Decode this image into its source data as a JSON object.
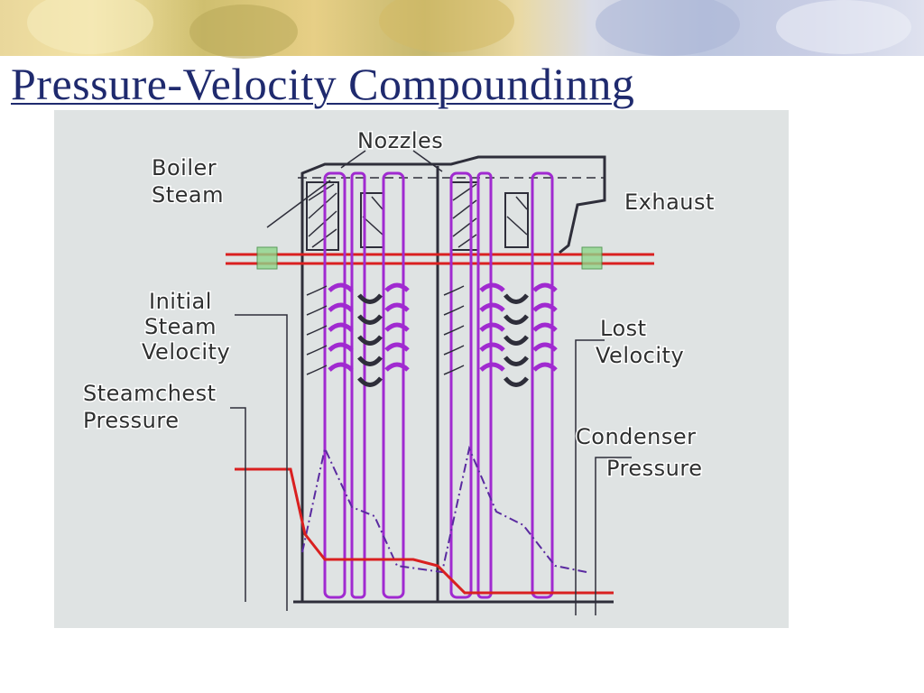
{
  "slide": {
    "title": "Pressure-Velocity Compoundinng"
  },
  "diagram": {
    "labels": {
      "nozzles": "Nozzles",
      "boiler_line1": "Boiler",
      "boiler_line2": "Steam",
      "exhaust": "Exhaust",
      "initial_line1": "Initial",
      "initial_line2": "Steam",
      "initial_line3": "Velocity",
      "steamchest_line1": "Steamchest",
      "steamchest_line2": "Pressure",
      "lost_line1": "Lost",
      "lost_line2": "Velocity",
      "condenser_line1": "Condenser",
      "condenser_line2": "Pressure"
    },
    "colors": {
      "blade": "#a02ad0",
      "pressure_line": "#d92020",
      "outline": "#2e2e3a",
      "background": "#dfe3e3",
      "title": "#1f2a6e"
    }
  }
}
